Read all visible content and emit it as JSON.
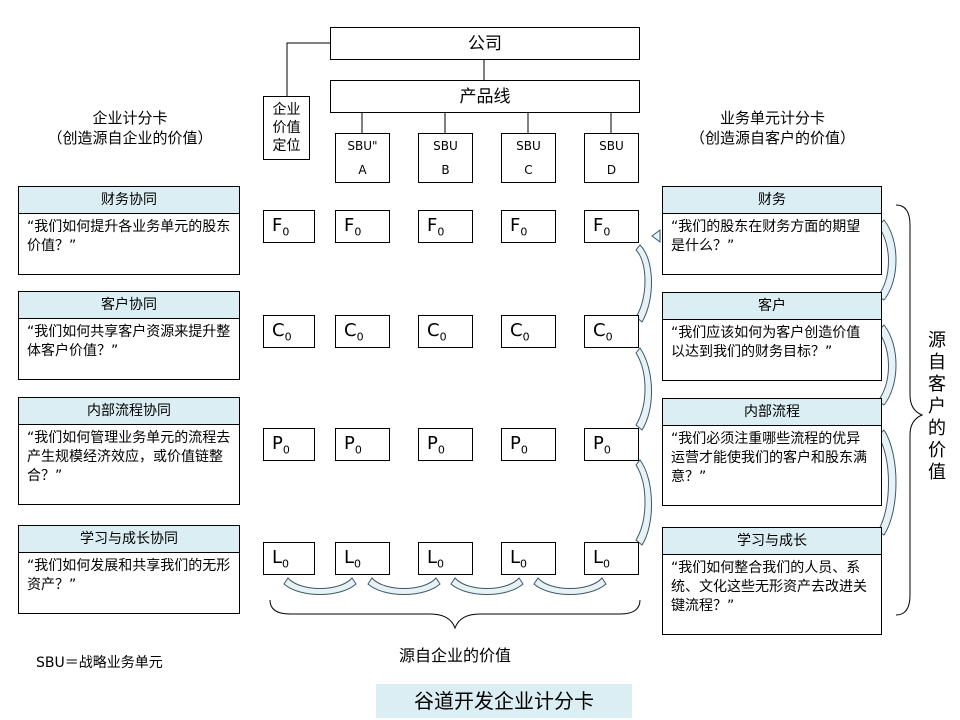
{
  "top": {
    "company": "公司",
    "product_line": "产品线",
    "position": "企业\n价值\n定位"
  },
  "left_title": {
    "line1": "企业计分卡",
    "line2": "（创造源自企业的价值）"
  },
  "right_title": {
    "line1": "业务单元计分卡",
    "line2": "（创造源自客户的价值）"
  },
  "sbus": [
    {
      "top": "SBU\"",
      "bottom": "A"
    },
    {
      "top": "SBU",
      "bottom": "B"
    },
    {
      "top": "SBU",
      "bottom": "C"
    },
    {
      "top": "SBU",
      "bottom": "D"
    }
  ],
  "left_boxes": [
    {
      "header": "财务协同",
      "text": "“我们如何提升各业务单元的股东价值？”"
    },
    {
      "header": "客户协同",
      "text": "“我们如何共享客户资源来提升整体客户价值？”"
    },
    {
      "header": "内部流程协同",
      "text": "“我们如何管理业务单元的流程去产生规模经济效应，或价值链整合？”"
    },
    {
      "header": "学习与成长协同",
      "text": "“我们如何发展和共享我们的无形资产？”"
    }
  ],
  "right_boxes": [
    {
      "header": "财务",
      "text": "“我们的股东在财务方面的期望是什么？”"
    },
    {
      "header": "客户",
      "text": "“我们应该如何为客户创造价值以达到我们的财务目标？”"
    },
    {
      "header": "内部流程",
      "text": "“我们必须注重哪些流程的优异运营才能使我们的客户和股东满意？”"
    },
    {
      "header": "学习与成长",
      "text": "“我们如何整合我们的人员、系统、文化这些无形资产去改进关键流程？”"
    }
  ],
  "rows": [
    {
      "letter": "F",
      "sub": "0"
    },
    {
      "letter": "C",
      "sub": "0"
    },
    {
      "letter": "P",
      "sub": "0"
    },
    {
      "letter": "L",
      "sub": "0"
    }
  ],
  "right_side_label": "源\n自\n客\n户\n的\n价\n值",
  "bottom_label": "源自企业的价值",
  "footnote": "SBU＝战略业务单元",
  "footer_title": "谷道开发企业计分卡"
}
